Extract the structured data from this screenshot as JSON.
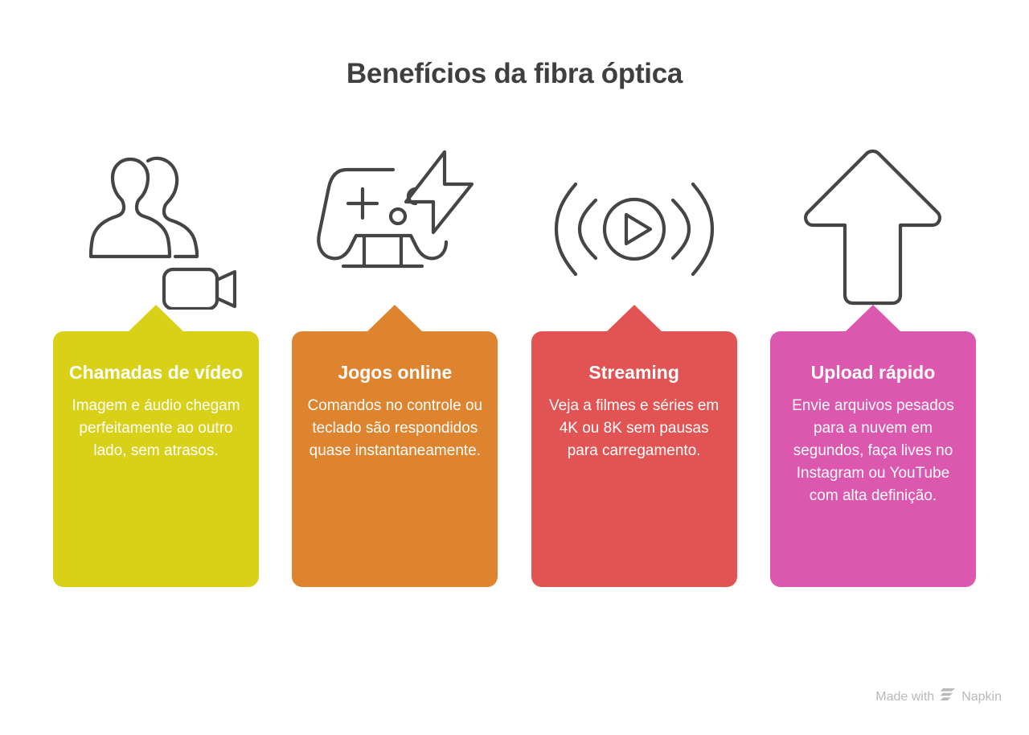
{
  "page": {
    "title": "Benefícios da fibra óptica",
    "title_color": "#3f3f3f",
    "background": "#ffffff",
    "icon_stroke": "#454545"
  },
  "cards": [
    {
      "icon": "people-video-call-icon",
      "title": "Chamadas de vídeo",
      "description": "Imagem e áudio chegam perfeitamente ao outro lado, sem atrasos.",
      "color": "#D9D018"
    },
    {
      "icon": "gamepad-lightning-icon",
      "title": "Jogos online",
      "description": "Comandos no controle ou teclado são respondidos quase instantaneamente.",
      "color": "#DE842E"
    },
    {
      "icon": "play-broadcast-icon",
      "title": "Streaming",
      "description": "Veja a filmes e séries em 4K ou 8K sem pausas para carregamento.",
      "color": "#E25454"
    },
    {
      "icon": "arrow-up-icon",
      "title": "Upload rápido",
      "description": "Envie arquivos pesados para a nuvem em segundos, faça lives no Instagram ou YouTube com alta definição.",
      "color": "#DC57AE"
    }
  ],
  "watermark": {
    "text_before": "Made with",
    "brand": "Napkin",
    "logo": "napkin-logo-icon",
    "color": "#b9b9b9"
  }
}
